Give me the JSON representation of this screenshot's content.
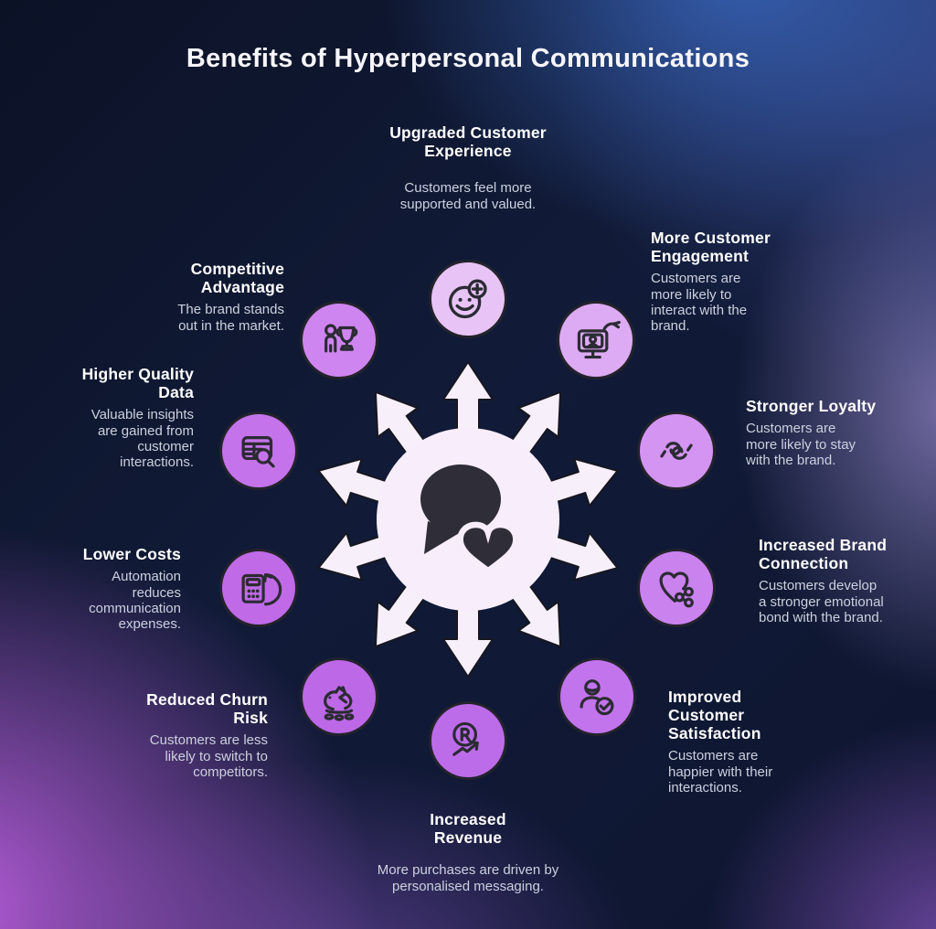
{
  "title": "Benefits of Hyperpersonal Communications",
  "center": {
    "icon": "chat-heart-icon"
  },
  "benefits": [
    {
      "heading": "Upgraded Customer Experience",
      "description": "Customers feel more supported and valued.",
      "icon": "smiley-plus-icon"
    },
    {
      "heading": "More Customer Engagement",
      "description": "Customers are more likely to interact with the brand.",
      "icon": "monitor-touch-icon"
    },
    {
      "heading": "Stronger Loyalty",
      "description": "Customers are more likely to stay with the brand.",
      "icon": "pinky-promise-icon"
    },
    {
      "heading": "Increased Brand Connection",
      "description": "Customers develop a stronger emotional bond with the brand.",
      "icon": "heart-share-icon"
    },
    {
      "heading": "Improved Customer Satisfaction",
      "description": "Customers are happier with their interactions.",
      "icon": "user-check-icon"
    },
    {
      "heading": "Increased Revenue",
      "description": "More purchases are driven by personalised messaging.",
      "icon": "coin-growth-icon"
    },
    {
      "heading": "Reduced Churn Risk",
      "description": "Customers are less likely to switch to competitors.",
      "icon": "broken-piggy-bank-icon"
    },
    {
      "heading": "Lower Costs",
      "description": "Automation reduces communication expenses.",
      "icon": "calculator-refresh-icon"
    },
    {
      "heading": "Higher Quality Data",
      "description": "Valuable insights are gained from customer interactions.",
      "icon": "data-search-icon"
    },
    {
      "heading": "Competitive Advantage",
      "description": "The brand stands out in the market.",
      "icon": "person-trophy-icon"
    }
  ],
  "colors": {
    "background_base": "#101a36",
    "glow_blue": "#3b6cc7",
    "glow_lavender": "#aa9be0",
    "glow_magenta": "#bd5fe0",
    "hub_fill": "#f8eefb",
    "hub_glyph": "#2e2d38",
    "arrow_fill": "#f7f0fa",
    "node_border": "#23232d",
    "icon_stroke": "#2b2b33",
    "heading_text": "#ffffff",
    "body_text": "#ccd1df",
    "node_fills": [
      "#e8c4f6",
      "#ddabf3",
      "#d495f2",
      "#ca82ef",
      "#c274ec",
      "#bd6ce9",
      "#bd68e7",
      "#c06ae8",
      "#c573eb",
      "#cf85ef"
    ]
  }
}
